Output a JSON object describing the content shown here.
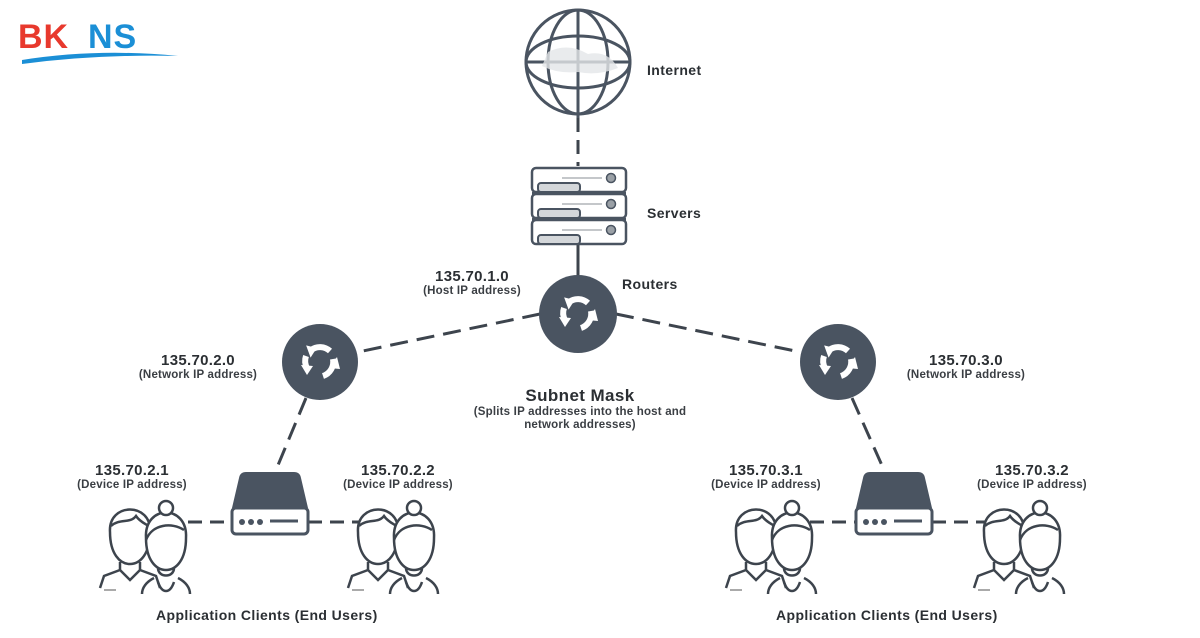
{
  "logo": {
    "part1": "BK",
    "part2": "NS",
    "color1": "#e8392d",
    "color2": "#1b8fd6"
  },
  "colors": {
    "node": "#4a5461",
    "line": "#3d444d",
    "text": "#2b2f33"
  },
  "nodes": {
    "internet": {
      "label": "Internet",
      "icon": "globe-icon"
    },
    "servers": {
      "label": "Servers",
      "icon": "server-stack-icon"
    },
    "routers": {
      "label": "Routers",
      "icon": "router-icon"
    },
    "host": {
      "ip": "135.70.1.0",
      "desc": "(Host IP address)"
    },
    "net_left": {
      "ip": "135.70.2.0",
      "desc": "(Network IP address)"
    },
    "net_right": {
      "ip": "135.70.3.0",
      "desc": "(Network IP address)"
    },
    "dev_2_1": {
      "ip": "135.70.2.1",
      "desc": "(Device IP address)"
    },
    "dev_2_2": {
      "ip": "135.70.2.2",
      "desc": "(Device IP address)"
    },
    "dev_3_1": {
      "ip": "135.70.3.1",
      "desc": "(Device IP address)"
    },
    "dev_3_2": {
      "ip": "135.70.3.2",
      "desc": "(Device IP address)"
    }
  },
  "subnet": {
    "title": "Subnet Mask",
    "line1": "(Splits IP addresses into the host and",
    "line2": "network addresses)"
  },
  "clients": {
    "left": "Application Clients (End Users)",
    "right": "Application Clients (End Users)"
  }
}
